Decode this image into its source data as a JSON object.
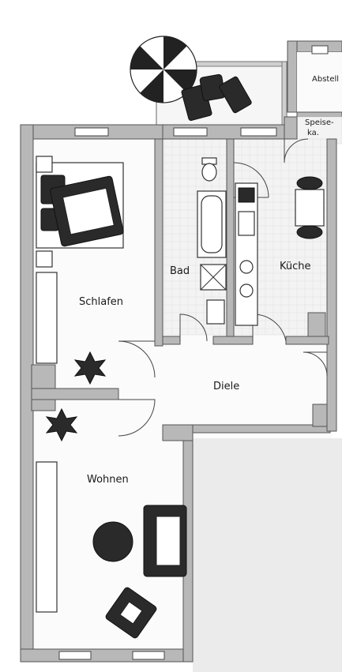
{
  "rooms": {
    "abstell": "Abstell",
    "speise_line1": "Speise-",
    "speise_line2": "ka.",
    "bad": "Bad",
    "kueche": "Küche",
    "schlafen": "Schlafen",
    "diele": "Diele",
    "wohnen": "Wohnen"
  },
  "colors": {
    "wall": "#b8b8b8",
    "furniture_dark": "#2a2a2a",
    "neighbor_area": "#ebebeb"
  }
}
